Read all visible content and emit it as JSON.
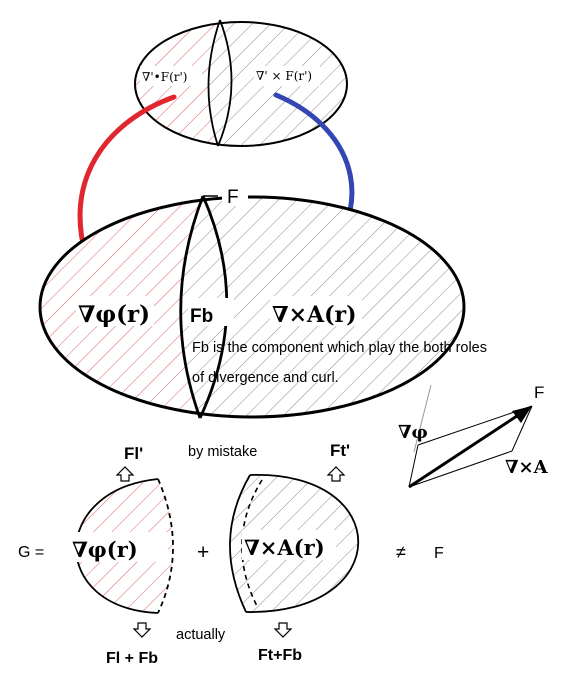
{
  "top": {
    "div_label": "∇'•F(r')",
    "curl_label": "∇' × F(r')"
  },
  "big": {
    "F_label": "F",
    "grad_label": "∇φ(r)",
    "fb_label": "Fb",
    "curl_label": "∇×A(r)",
    "note_line1": "Fb is the component which play the both roles",
    "note_line2": "of divergence and curl."
  },
  "vector": {
    "F_label": "F",
    "grad_label": "∇φ",
    "curl_label": "∇×A"
  },
  "bottom": {
    "left_top_label": "Fl'",
    "mistake_label": "by mistake",
    "right_top_label": "Ft'",
    "G_label": "G =",
    "left_term": "∇φ(r)",
    "plus": "+",
    "right_term": "∇×A(r)",
    "neq": "≠",
    "F_label": "F",
    "actually_label": "actually",
    "left_bottom_label": "Fl + Fb",
    "right_bottom_label": "Ft+Fb"
  },
  "colors": {
    "div_arrow": "#e0262e",
    "curl_arrow": "#3346b4",
    "red_hatch": "#d23c3c",
    "gray_hatch": "#6e6e6e"
  }
}
